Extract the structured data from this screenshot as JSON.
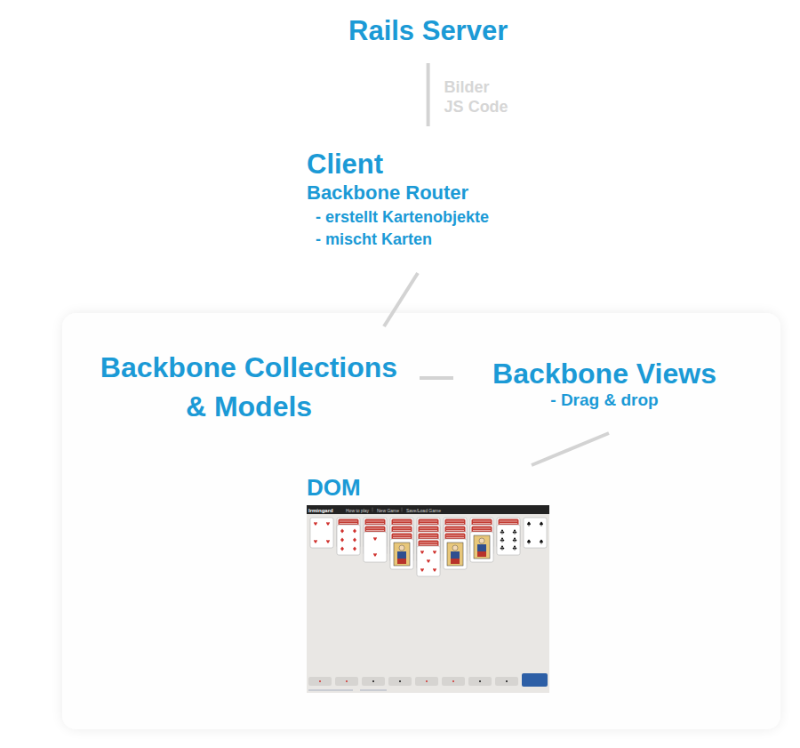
{
  "diagram": {
    "nodes": [
      {
        "text": [
          "Rails Server"
        ]
      },
      {
        "text": [
          "Client",
          "Backbone Router",
          "- erstellt Kartenobjekte",
          "- mischt Karten"
        ]
      },
      {
        "text": [
          "Backbone Collections & Models"
        ]
      },
      {
        "text": [
          "Backbone Views",
          "- Drag & drop"
        ]
      },
      {
        "text": [
          "DOM"
        ]
      }
    ],
    "edges": [
      {
        "from": 0,
        "to": 1,
        "arrow": "none",
        "label": "Bilder JS Code"
      },
      {
        "from": 1,
        "to": 2,
        "arrow": "none"
      },
      {
        "from": 2,
        "to": 3,
        "arrow": "none"
      },
      {
        "from": 3,
        "to": 4,
        "arrow": "none"
      }
    ],
    "labels": [
      "Irmingard",
      "How to play",
      "New Game",
      "Save/Load Game"
    ]
  }
}
